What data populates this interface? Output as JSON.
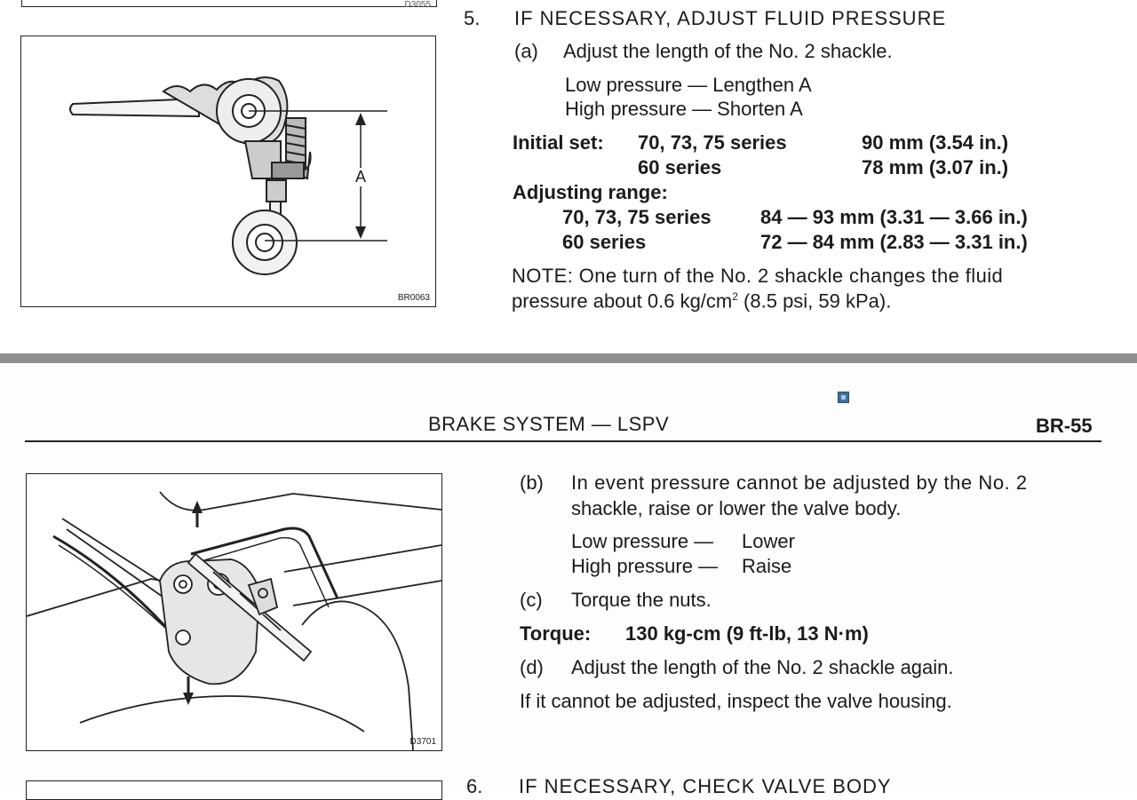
{
  "top": {
    "fig_code_top_cut": "D3055",
    "fig1_code": "BR0063",
    "fig1_label_a": "A",
    "step5": {
      "num": "5.",
      "title": "IF NECESSARY, ADJUST FLUID PRESSURE"
    },
    "a": {
      "marker": "(a)",
      "text": "Adjust the length of the No. 2 shackle."
    },
    "low": "Low pressure — Lengthen A",
    "high": "High pressure — Shorten A",
    "initial_label": "Initial set:",
    "initial": [
      {
        "series": "70, 73, 75 series",
        "value": "90 mm (3.54 in.)"
      },
      {
        "series": "60 series",
        "value": "78 mm (3.07 in.)"
      }
    ],
    "range_label": "Adjusting range:",
    "range": [
      {
        "series": "70, 73, 75 series",
        "value": "84 — 93 mm (3.31 — 3.66 in.)"
      },
      {
        "series": "60 series",
        "value": "72 — 84 mm (2.83 — 3.31 in.)"
      }
    ],
    "note1": "NOTE:  One turn of the No. 2 shackle changes the fluid",
    "note2_pre": "pressure about 0.6 kg/cm",
    "note2_sup": "2",
    "note2_post": " (8.5 psi, 59 kPa)."
  },
  "page": {
    "header_title": "BRAKE SYSTEM — LSPV",
    "page_num": "BR-55"
  },
  "bottom": {
    "fig2_code": "D3701",
    "b": {
      "marker": "(b)",
      "line1": "In event pressure cannot be adjusted by the No. 2",
      "line2": "shackle, raise or lower the valve body."
    },
    "low_label": "Low pressure —",
    "low_val": "Lower",
    "high_label": "High pressure —",
    "high_val": "Raise",
    "c": {
      "marker": "(c)",
      "text": "Torque the nuts."
    },
    "torque_label": "Torque:",
    "torque_value": "130 kg-cm (9 ft-lb, 13 N·m)",
    "d": {
      "marker": "(d)",
      "text": "Adjust the length of the No. 2 shackle again."
    },
    "final": "If it cannot be adjusted, inspect the valve housing.",
    "step6": {
      "num": "6.",
      "title": "IF NECESSARY, CHECK VALVE BODY"
    }
  },
  "colors": {
    "ink": "#1b1b1b",
    "divider": "#8f8f8f",
    "marker_blue": "#3b6f9e"
  }
}
